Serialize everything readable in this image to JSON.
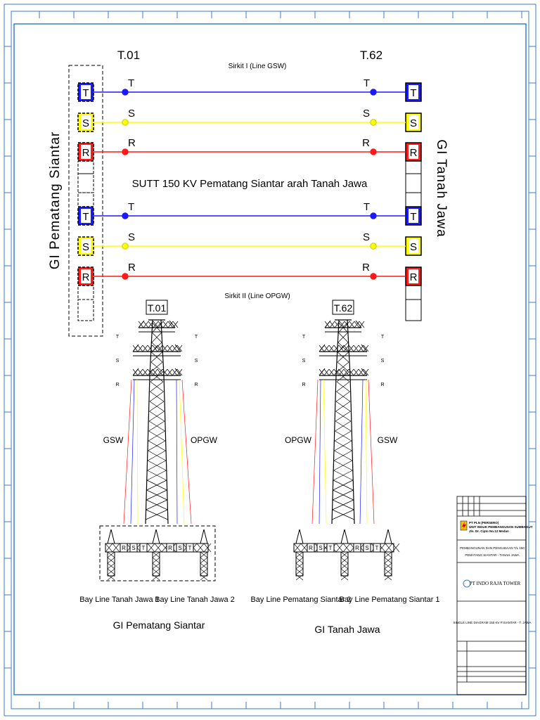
{
  "colors": {
    "t_phase": "#1a1aff",
    "s_phase": "#ffff00",
    "r_phase": "#ff1a1a",
    "frame": "#3a7bd5",
    "ink": "#000000"
  },
  "substations": {
    "left_vertical_label": "GI Pematang Siantar",
    "right_vertical_label": "GI Tanah Jawa"
  },
  "towers": {
    "start": "T.01",
    "end": "T.62"
  },
  "circuits": {
    "circuit1_label": "Sirkit I (Line GSW)",
    "circuit2_label": "Sirkit II (Line OPGW)",
    "line_title": "SUTT 150 KV Pematang Siantar arah Tanah Jawa"
  },
  "phases": [
    "T",
    "S",
    "R"
  ],
  "tower_drawings": {
    "left": {
      "tag": "T.01",
      "wire_left": "GSW",
      "wire_right": "OPGW",
      "bay_left": "Bay Line Tanah Jawa 1",
      "bay_right": "Bay Line Tanah Jawa 2",
      "station": "GI Pematang Siantar"
    },
    "right": {
      "tag": "T.62",
      "wire_left": "OPGW",
      "wire_right": "GSW",
      "bay_left": "Bay Line Pematang Siantar 2",
      "bay_right": "Bay Line Pematang Siantar 1",
      "station": "GI Tanah Jawa"
    },
    "gantry_phases": [
      "R",
      "S",
      "T"
    ]
  },
  "title_block": {
    "company": "PT PLN (PERSERO)",
    "unit": "UNIT INDUK PEMBANGUNAN SUMBAGUT",
    "address": "Jln. Dr. Cipto No.12 Medan",
    "project_line1": "PEMBANGUNAN DAN PENGADAAN T/L 150",
    "project_line2": "PEMATANG SIANTAR - TANAH JAWA",
    "contractor": "PT INDO RAJA TOWER",
    "drawing_title": "SINGLE LINE DIAGRAM 150 KV P.SIANTAR - T. JAWA"
  }
}
